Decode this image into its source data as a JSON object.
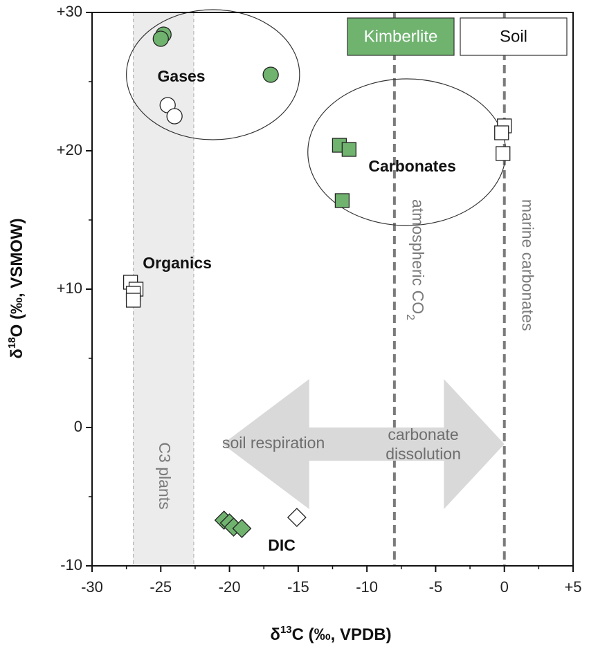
{
  "chart_data": {
    "type": "scatter",
    "xlabel": "δ13C (‰, VPDB)",
    "ylabel": "δ18O (‰, VSMOW)",
    "xlim": [
      -30,
      5
    ],
    "ylim": [
      -10,
      30
    ],
    "x_ticks": [
      {
        "value": -30,
        "label": "-30"
      },
      {
        "value": -25,
        "label": "-25"
      },
      {
        "value": -20,
        "label": "-20"
      },
      {
        "value": -15,
        "label": "-15"
      },
      {
        "value": -10,
        "label": "-10"
      },
      {
        "value": -5,
        "label": "-5"
      },
      {
        "value": 0,
        "label": "0"
      },
      {
        "value": 5,
        "label": "+5"
      }
    ],
    "y_ticks": [
      {
        "value": -10,
        "label": "-10"
      },
      {
        "value": 0,
        "label": "0"
      },
      {
        "value": 10,
        "label": "+10"
      },
      {
        "value": 20,
        "label": "+20"
      },
      {
        "value": 30,
        "label": "+30"
      }
    ],
    "grid": false,
    "legend": {
      "placement": "top-right",
      "entries": [
        {
          "label": "Kimberlite",
          "fill": "#6fb36f",
          "text_color": "#ffffff"
        },
        {
          "label": "Soil",
          "fill": "#ffffff",
          "text_color": "#111111"
        }
      ]
    },
    "colors": {
      "kimberlite": "#6fb36f",
      "soil": "#ffffff",
      "band": "#ececec",
      "reference_line": "#7a7a7a",
      "arrow": "#d9d9d9"
    },
    "series": [
      {
        "group": "Gases",
        "source": "Kimberlite",
        "marker": "circle",
        "points": [
          [
            -24.8,
            28.4
          ],
          [
            -25.0,
            28.1
          ],
          [
            -17.0,
            25.5
          ]
        ]
      },
      {
        "group": "Gases",
        "source": "Soil",
        "marker": "circle",
        "points": [
          [
            -24.5,
            23.3
          ],
          [
            -24.0,
            22.5
          ]
        ]
      },
      {
        "group": "Carbonates",
        "source": "Kimberlite",
        "marker": "square",
        "points": [
          [
            -12.0,
            20.4
          ],
          [
            -11.3,
            20.1
          ],
          [
            -11.8,
            16.4
          ]
        ]
      },
      {
        "group": "Carbonates",
        "source": "Soil",
        "marker": "square",
        "points": [
          [
            0.0,
            21.8
          ],
          [
            -0.2,
            21.3
          ],
          [
            -0.1,
            19.8
          ]
        ]
      },
      {
        "group": "Organics",
        "source": "Soil",
        "marker": "square",
        "points": [
          [
            -27.2,
            10.5
          ],
          [
            -26.8,
            10.0
          ],
          [
            -27.0,
            9.7
          ],
          [
            -27.0,
            9.2
          ]
        ]
      },
      {
        "group": "DIC",
        "source": "Kimberlite",
        "marker": "diamond",
        "points": [
          [
            -20.4,
            -6.7
          ],
          [
            -20.0,
            -6.9
          ],
          [
            -19.7,
            -7.2
          ],
          [
            -19.1,
            -7.3
          ]
        ]
      },
      {
        "group": "DIC",
        "source": "Soil",
        "marker": "diamond",
        "points": [
          [
            -15.1,
            -6.5
          ]
        ]
      }
    ],
    "group_labels": [
      {
        "text": "Gases",
        "x": -23.5,
        "y": 25.3
      },
      {
        "text": "Carbonates",
        "x": -6.7,
        "y": 18.8
      },
      {
        "text": "Organics",
        "x": -23.8,
        "y": 11.8
      },
      {
        "text": "DIC",
        "x": -16.2,
        "y": -8.6
      }
    ],
    "ellipses": [
      {
        "name": "gases-region",
        "cx": -21.2,
        "cy": 25.5,
        "rx": 6.3,
        "ry": 4.7
      },
      {
        "name": "carbonates-region",
        "cx": -7.1,
        "cy": 19.9,
        "rx": 7.2,
        "ry": 5.3
      }
    ],
    "band": {
      "label": "C3 plants",
      "x_from": -27,
      "x_to": -22.6
    },
    "reference_lines": [
      {
        "label_main": "atmospheric CO",
        "label_sub": "2",
        "x": -8
      },
      {
        "label_main": "marine carbonates",
        "label_sub": "",
        "x": 0
      }
    ],
    "arrows": [
      {
        "label": "soil respiration",
        "direction": "left",
        "x_tip": -20.5,
        "x_base": -14.2,
        "y": -1.2,
        "half_height": 4.7,
        "shaft_half": 1.2,
        "label_x": -16.8,
        "label_y": -1.2
      },
      {
        "label_lines": [
          "carbonate",
          "dissolution"
        ],
        "direction": "right",
        "x_tip": 0.0,
        "x_base": -4.4,
        "y": -1.2,
        "half_height": 4.7,
        "shaft_half": 1.2,
        "label_x": -5.9,
        "label_y": -1.3
      }
    ]
  }
}
